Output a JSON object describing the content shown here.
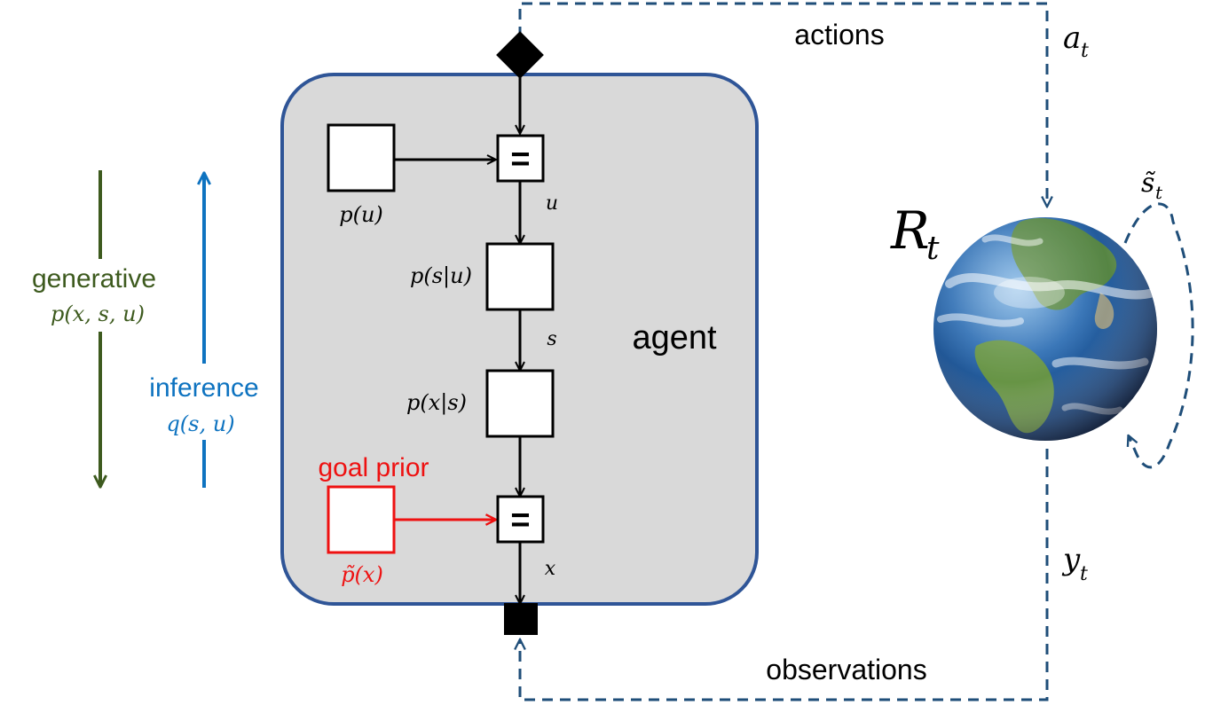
{
  "agent": {
    "label": "agent"
  },
  "loop": {
    "actions_label": "actions",
    "observations_label": "observations"
  },
  "math": {
    "a_t_base": "a",
    "a_t_sub": "t",
    "y_t_base": "y",
    "y_t_sub": "t",
    "R_t_base": "R",
    "R_t_sub": "t",
    "s_t_base": "s̃",
    "s_t_sub": "t"
  },
  "nodes": {
    "p_u": "p(u)",
    "p_s_u": "p(s|u)",
    "p_x_s": "p(x|s)",
    "goal_title": "goal prior",
    "goal_expr": "p̃(x)",
    "equality_symbol": "="
  },
  "edges": {
    "u": "u",
    "s": "s",
    "x": "x"
  },
  "side": {
    "generative_label": "generative",
    "generative_expr": "p(x, s, u)",
    "inference_label": "inference",
    "inference_expr": "q(s, u)"
  },
  "colors": {
    "agent_fill": "#d9d9d9",
    "agent_stroke": "#2f5597",
    "loop_stroke": "#1f4e79",
    "generative": "#3d5a1e",
    "inference": "#0e73c0",
    "goal": "#ee1111"
  }
}
